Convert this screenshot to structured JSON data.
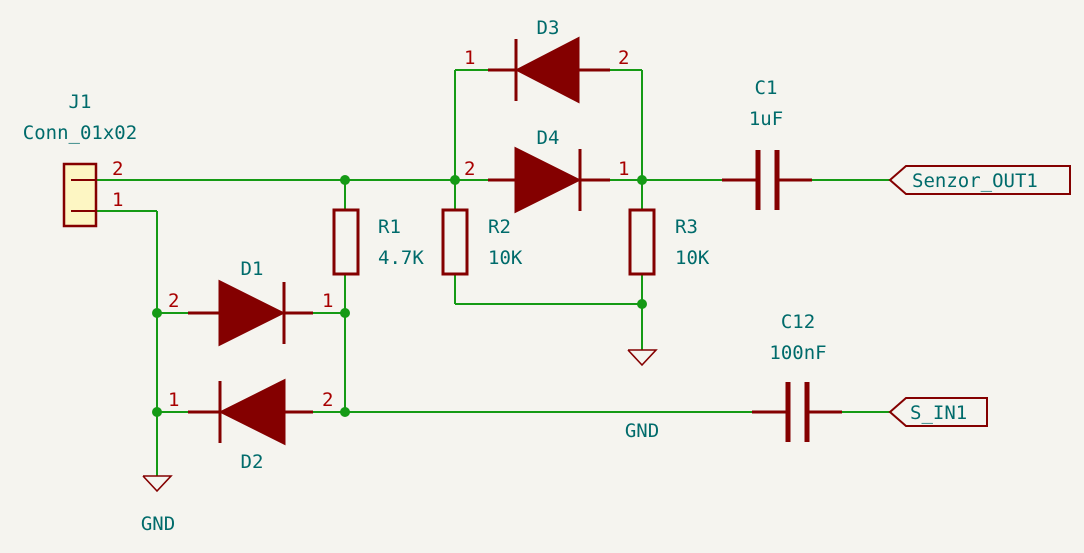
{
  "components": {
    "j1": {
      "ref": "J1",
      "value": "Conn_01x02",
      "pins": [
        "2",
        "1"
      ]
    },
    "d1": {
      "ref": "D1",
      "pins": [
        "2",
        "1"
      ]
    },
    "d2": {
      "ref": "D2",
      "pins": [
        "1",
        "2"
      ]
    },
    "d3": {
      "ref": "D3",
      "pins": [
        "1",
        "2"
      ]
    },
    "d4": {
      "ref": "D4",
      "pins": [
        "2",
        "1"
      ]
    },
    "r1": {
      "ref": "R1",
      "value": "4.7K"
    },
    "r2": {
      "ref": "R2",
      "value": "10K"
    },
    "r3": {
      "ref": "R3",
      "value": "10K"
    },
    "c1": {
      "ref": "C1",
      "value": "1uF"
    },
    "c12": {
      "ref": "C12",
      "value": "100nF"
    }
  },
  "nets": {
    "gnd_symbol_label": "GND",
    "gnd_wire_label": "GND",
    "senzor_out": "Senzor_OUT1",
    "s_in": "S_IN1"
  }
}
